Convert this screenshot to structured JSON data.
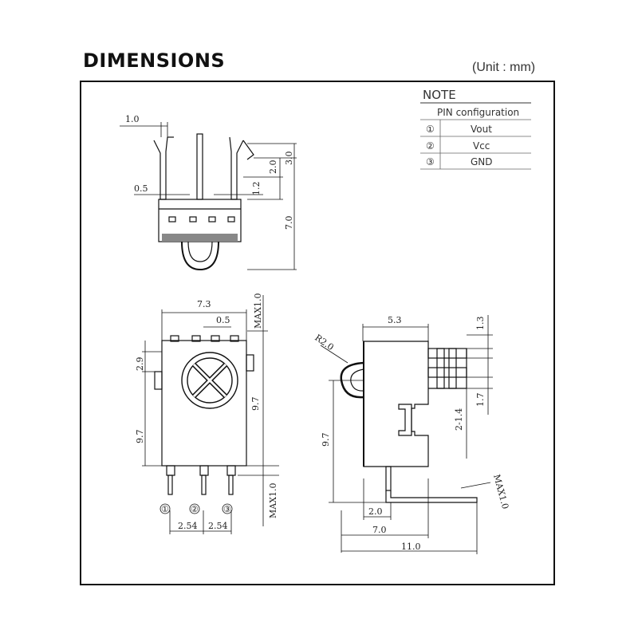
{
  "title": "DIMENSIONS",
  "unit": "(Unit : mm)",
  "note": {
    "heading": "NOTE",
    "subheading": "PIN configuration",
    "pins": [
      {
        "num": "①",
        "name": "Vout"
      },
      {
        "num": "②",
        "name": "Vcc"
      },
      {
        "num": "③",
        "name": "GND"
      }
    ]
  },
  "top_view": {
    "d1": "1.0",
    "d2": "0.5",
    "d3": "1.2",
    "d4": "2.0",
    "d5": "3.0",
    "d6": "7.0"
  },
  "front_view": {
    "w_overall": "7.3",
    "pin_w": "0.5",
    "max_top": "MAX1.0",
    "d_left_top": "2.9",
    "d_left_body": "9.7",
    "d_inner": "9.7",
    "max_bottom": "MAX1.0",
    "pin_labels": [
      "①",
      "②",
      "③"
    ],
    "pitch1": "2.54",
    "pitch2": "2.54"
  },
  "side_view": {
    "radius": "R2.0",
    "w_body": "5.3",
    "d_pin_top": "1.3",
    "d_gap": "1.7",
    "pitch": "2-1.4",
    "h_body": "9.7",
    "lead_w": "2.0",
    "w_mid": "7.0",
    "w_overall": "11.0",
    "max_lead": "MAX1.0"
  }
}
